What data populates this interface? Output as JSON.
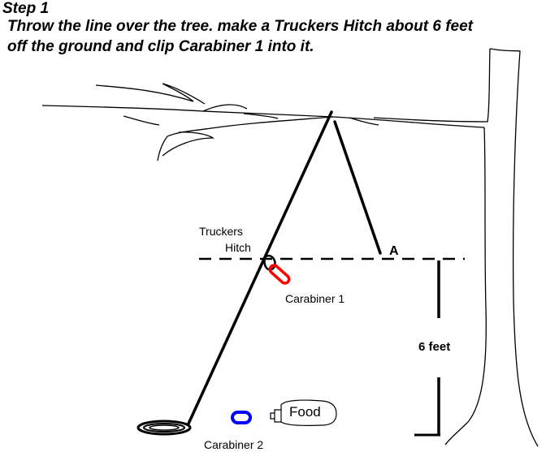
{
  "heading": {
    "step": "Step 1",
    "line1": "Throw the line over the tree. make a Truckers Hitch about 6 feet",
    "line2": "off the ground and clip Carabiner 1 into it."
  },
  "labels": {
    "truckers": "Truckers",
    "hitch": "Hitch",
    "point_a": "A",
    "carabiner1": "Carabiner 1",
    "six_feet": "6 feet",
    "food": "Food",
    "carabiner2": "Carabiner 2"
  },
  "colors": {
    "line": "#000000",
    "carabiner1": "#ff0000",
    "carabiner2": "#0000ff",
    "background": "#ffffff"
  }
}
